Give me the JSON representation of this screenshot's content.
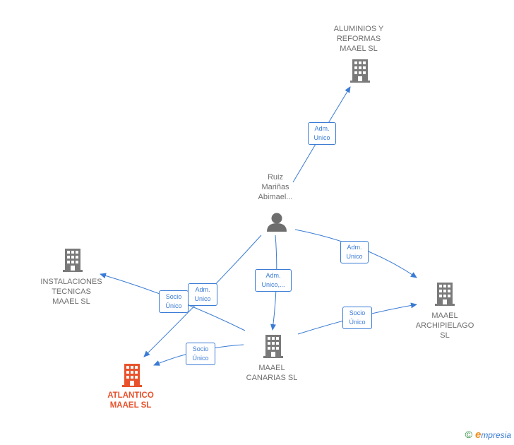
{
  "nodes": {
    "person": {
      "label": "Ruiz\nMariñas\nAbimael..."
    },
    "aluminios": {
      "label": "ALUMINIOS Y\nREFORMAS\nMAAEL  SL"
    },
    "instalaciones": {
      "label": "INSTALACIONES\nTECNICAS\nMAAEL  SL"
    },
    "archipielago": {
      "label": "MAAEL\nARCHIPIELAGO\nSL"
    },
    "canarias": {
      "label": "MAAEL\nCANARIAS  SL"
    },
    "atlantico": {
      "label": "ATLANTICO\nMAAEL  SL"
    }
  },
  "edges": {
    "person_aluminios": "Adm.\nUnico",
    "person_archipielago": "Adm.\nUnico",
    "person_canarias": "Adm.\nUnico,...",
    "person_atlantico": "Adm.\nUnico",
    "canarias_instalaciones": "Socio\nÚnico",
    "canarias_atlantico": "Socio\nÚnico",
    "canarias_archipielago": "Socio\nÚnico"
  },
  "colors": {
    "edge": "#3a7bd5",
    "building": "#7a7a7a",
    "focus_building": "#e8522c",
    "person": "#6e6e6e"
  },
  "footer": {
    "copyright": "©",
    "brand_first": "e",
    "brand_rest": "mpresia"
  }
}
